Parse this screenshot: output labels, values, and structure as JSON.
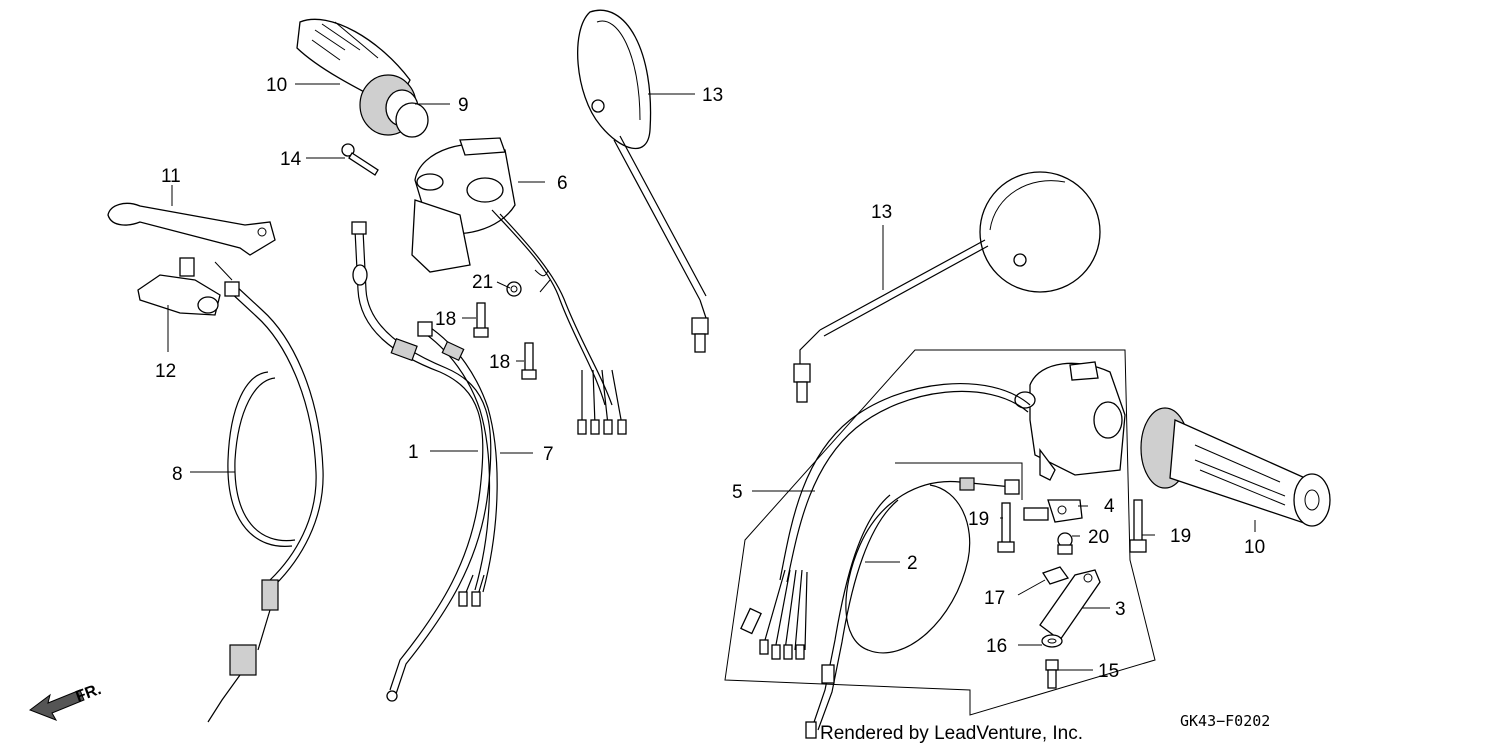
{
  "callouts": [
    {
      "id": "c1",
      "text": "1"
    },
    {
      "id": "c2",
      "text": "2"
    },
    {
      "id": "c3",
      "text": "3"
    },
    {
      "id": "c4",
      "text": "4"
    },
    {
      "id": "c5",
      "text": "5"
    },
    {
      "id": "c6",
      "text": "6"
    },
    {
      "id": "c7",
      "text": "7"
    },
    {
      "id": "c8",
      "text": "8"
    },
    {
      "id": "c9",
      "text": "9"
    },
    {
      "id": "c10a",
      "text": "10"
    },
    {
      "id": "c10b",
      "text": "10"
    },
    {
      "id": "c11",
      "text": "11"
    },
    {
      "id": "c12",
      "text": "12"
    },
    {
      "id": "c13a",
      "text": "13"
    },
    {
      "id": "c13b",
      "text": "13"
    },
    {
      "id": "c14",
      "text": "14"
    },
    {
      "id": "c15",
      "text": "15"
    },
    {
      "id": "c16",
      "text": "16"
    },
    {
      "id": "c17",
      "text": "17"
    },
    {
      "id": "c18a",
      "text": "18"
    },
    {
      "id": "c18b",
      "text": "18"
    },
    {
      "id": "c19a",
      "text": "19"
    },
    {
      "id": "c19b",
      "text": "19"
    },
    {
      "id": "c20",
      "text": "20"
    },
    {
      "id": "c21",
      "text": "21"
    }
  ],
  "footer": {
    "credit": "Rendered by LeadVenture, Inc.",
    "diagram_code": "GK43−F0202"
  },
  "direction_label": "FR."
}
